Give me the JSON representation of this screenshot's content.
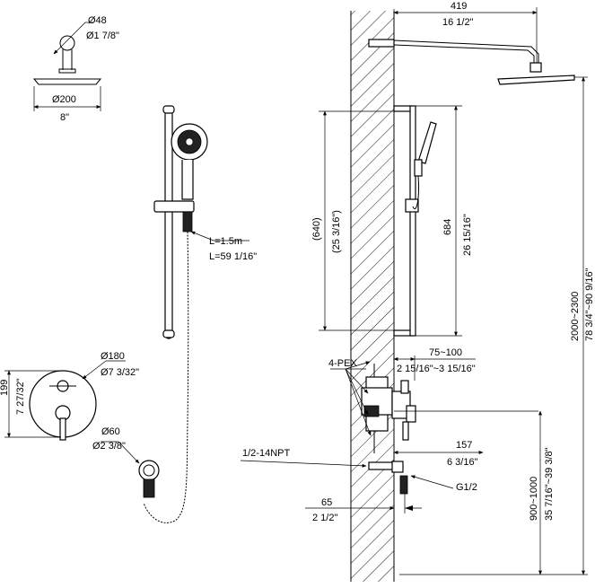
{
  "shower_head": {
    "arm_dia_mm": "Ø48",
    "arm_dia_in": "Ø1 7/8\"",
    "head_dia_mm": "Ø200",
    "head_dia_in": "8\""
  },
  "hand_shower": {
    "hose_len_mm": "L=1.5m",
    "hose_len_in": "L=59 1/16\""
  },
  "trim_plate": {
    "plate_dia_mm": "Ø180",
    "plate_dia_in": "Ø7 3/32\"",
    "height_mm": "199",
    "height_in": "7 27/32\""
  },
  "wall_elbow": {
    "dia_mm": "Ø60",
    "dia_in": "Ø2 3/8\""
  },
  "side_view": {
    "arm_reach_mm": "419",
    "arm_reach_in": "16 1/2\"",
    "rail_opt_mm": "(640)",
    "rail_opt_in": "(25 3/16\")",
    "rail_mm": "684",
    "rail_in": "26 15/16\"",
    "pex_label": "4-PEX",
    "valve_depth_mm": "75~100",
    "valve_depth_in": "2 15/16\"~3 15/16\"",
    "spout_mm": "157",
    "spout_in": "6 3/16\"",
    "npt_label": "1/2-14NPT",
    "g_label": "G1/2",
    "elbow_mm": "65",
    "elbow_in": "2 1/2\"",
    "valve_h_mm": "900~1000",
    "valve_h_in": "35 7/16\"~39 3/8\"",
    "total_h_mm": "2000~2300",
    "total_h_in": "78 3/4\"~90 9/16\""
  }
}
